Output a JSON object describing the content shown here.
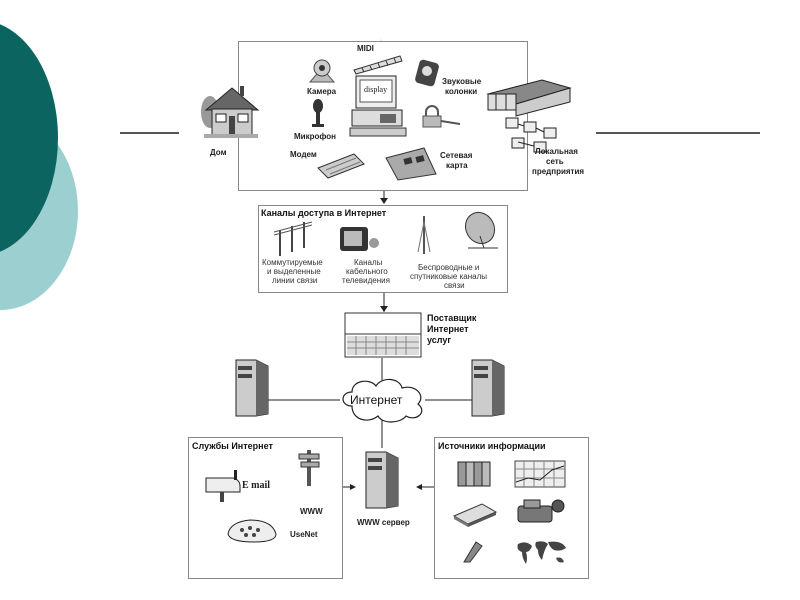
{
  "slide": {
    "decor_colors": {
      "dark_teal": "#0b6460",
      "light_teal": "#9ccfcf",
      "rule": "#555555"
    }
  },
  "top_panel": {
    "labels": {
      "house": "Дом",
      "camera": "Камера",
      "midi": "MIDI",
      "display": "display",
      "speakers_1": "Звуковые",
      "speakers_2": "колонки",
      "microphone": "Микрофон",
      "modem": "Модем",
      "network_card_1": "Сетевая",
      "network_card_2": "карта",
      "lan_1": "Локальная",
      "lan_2": "сеть",
      "lan_3": "предприятия"
    }
  },
  "access_panel": {
    "title": "Каналы доступа в Интернет",
    "items": [
      {
        "icon": "telephone-pole-icon",
        "lines": [
          "Коммутируемые",
          "и выделенные",
          "линии связи"
        ]
      },
      {
        "icon": "cable-tv-icon",
        "lines": [
          "Каналы",
          "кабельного",
          "телевидения"
        ]
      },
      {
        "icon": "antenna-icon",
        "lines": [
          "Беспроводные и",
          "спутниковые каналы",
          "связи"
        ]
      }
    ]
  },
  "provider": {
    "label_1": "Поставщик",
    "label_2": "Интернет",
    "label_3": "услуг"
  },
  "internet": {
    "label": "Интернет"
  },
  "services_panel": {
    "title": "Службы Интернет",
    "email": "E mail",
    "www": "WWW",
    "usenet": "UseNet"
  },
  "www_server": {
    "label": "WWW сервер"
  },
  "sources_panel": {
    "title": "Источники информации"
  }
}
